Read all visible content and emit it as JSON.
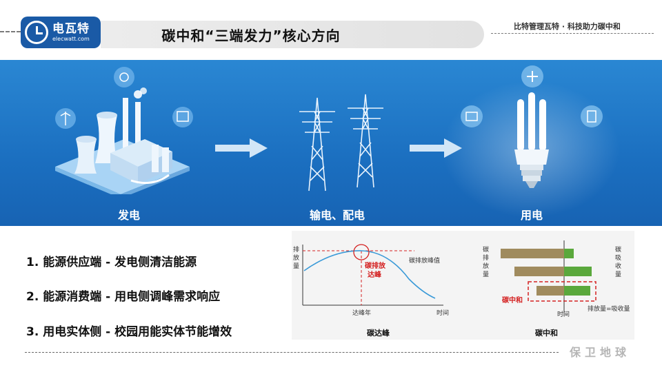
{
  "header": {
    "logo_name": "电瓦特",
    "logo_url": "elecwatt.com",
    "title": "碳中和“三端发力”核心方向",
    "slogan": "比特管理瓦特 · 科技助力碳中和"
  },
  "band": {
    "stages": [
      {
        "label": "发电",
        "icon": "power-plant-icon"
      },
      {
        "label": "输电、配电",
        "icon": "transmission-tower-icon"
      },
      {
        "label": "用电",
        "icon": "light-bulb-icon"
      }
    ],
    "colors": {
      "band_top": "#2a87d3",
      "band_bottom": "#1763b3"
    }
  },
  "list": [
    "1. 能源供应端 - 发电侧清洁能源",
    "2. 能源消费端 - 用电侧调峰需求响应",
    "3. 用电实体侧 - 校园用能实体节能增效"
  ],
  "peak_chart": {
    "ylabel": "排放量",
    "peak_label": "碳排放峰值",
    "peak_marker": "碳排放达峰",
    "x_tick": "达峰年",
    "xlabel": "时间",
    "caption": "碳达峰"
  },
  "neutral_chart": {
    "left_label": "碳排放量",
    "right_label": "碳吸收量",
    "marker": "碳中和",
    "equation": "排放量=吸收量",
    "xlabel": "时间",
    "caption": "碳中和",
    "colors": {
      "emission": "#a08b5e",
      "absorption": "#5aa83c",
      "highlight": "#d42020"
    }
  },
  "footer": {
    "slogan": "保卫地球"
  }
}
